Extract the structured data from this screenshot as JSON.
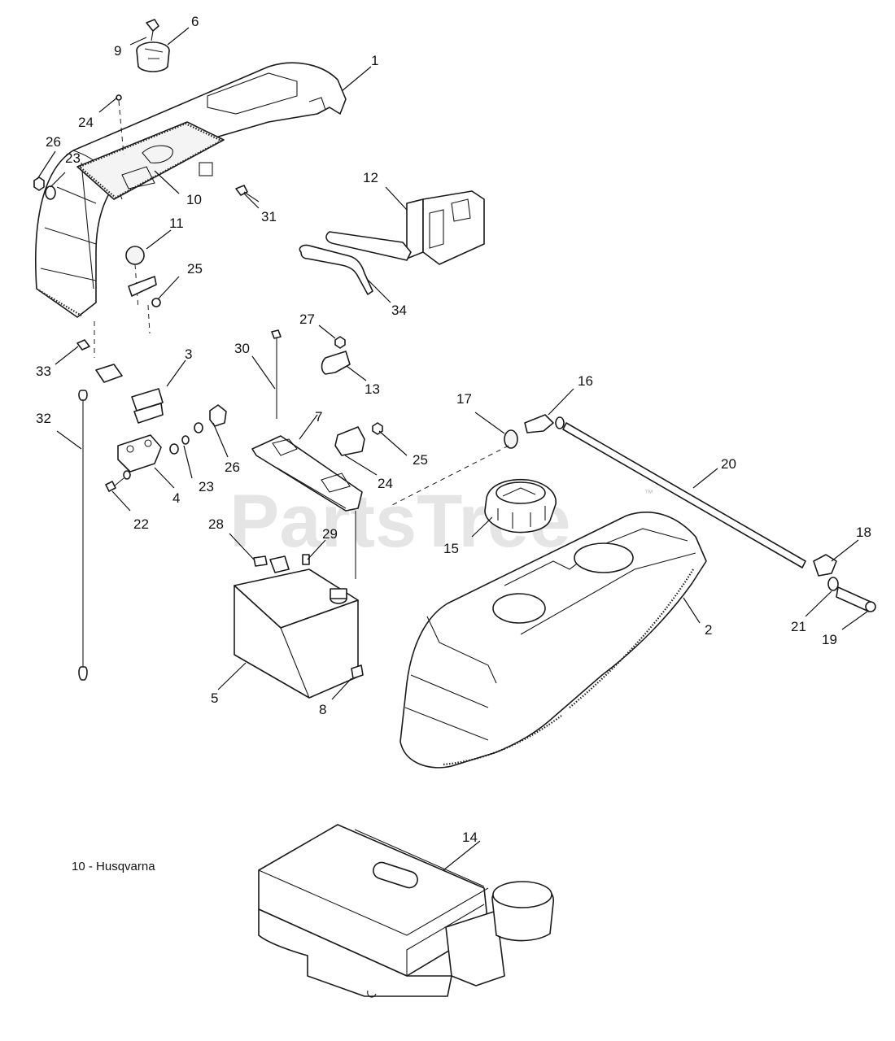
{
  "diagram": {
    "callouts": [
      "1",
      "2",
      "3",
      "4",
      "5",
      "6",
      "7",
      "8",
      "9",
      "10",
      "11",
      "12",
      "13",
      "14",
      "15",
      "16",
      "17",
      "18",
      "19",
      "20",
      "21",
      "22",
      "23",
      "24",
      "25",
      "26",
      "27",
      "28",
      "29",
      "30",
      "31",
      "32",
      "33",
      "34"
    ],
    "duplicate_callouts": [
      "23",
      "24",
      "25",
      "26"
    ],
    "note": "10 - Husqvarna",
    "watermark": "PartsTree",
    "watermark_mark": "™"
  }
}
